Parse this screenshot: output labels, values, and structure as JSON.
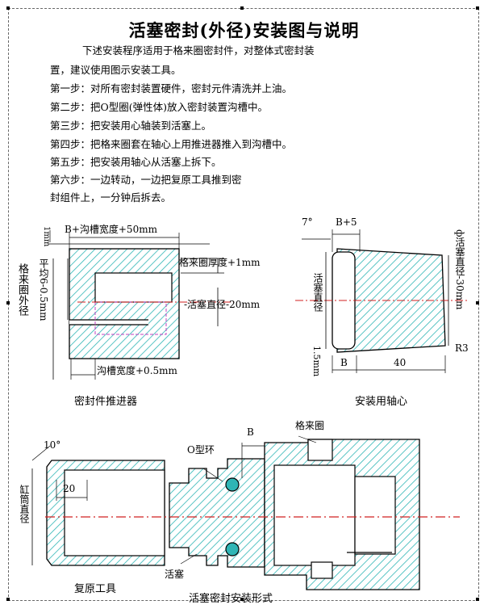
{
  "title": "活塞密封(外径)安装图与说明",
  "intro": [
    "下述安装程序适用于格来圈密封件，对整体式密封装",
    "置，建议使用图示安装工具。"
  ],
  "steps": [
    "第一步：对所有密封装置硬件，密封元件清洗并上油。",
    "第二步：把O型圈(弹性体)放入密封装置沟槽中。",
    "第三步：把安装用心轴装到活塞上。",
    "第四步：把格来圈套在轴心上用推进器推入到沟槽中。",
    "第五步：把安装用轴心从活塞上拆下。",
    "第六步：一边转动，一边把复原工具推到密",
    "封组件上，一分钟后拆去。"
  ],
  "fig1": {
    "top_dim": "B+沟槽宽度+50mm",
    "left_dim_top": "1mm",
    "ring_thickness": "格来圈厚度+1mm",
    "piston_dia": "-活塞直径-20mm",
    "outer_dia": "格来圈外径",
    "avg_dim": "平均6-0.5mm",
    "groove_width": "沟槽宽度+0.5mm",
    "caption": "密封件推进器"
  },
  "fig2": {
    "angle": "7°",
    "b_plus": "B+5",
    "right_dim": "ф活塞直径-30mm",
    "piston_dia": "活塞直径",
    "left_bottom": "1.5mm",
    "b": "B",
    "len": "40",
    "radius": "R3",
    "caption": "安装用轴心"
  },
  "fig3": {
    "angle": "10°",
    "oring": "O型环",
    "b": "B",
    "glyd_ring": "格来圈",
    "cyl_dia": "缸筒直径",
    "len": "20",
    "piston": "活塞",
    "tool_caption": "复原工具",
    "caption": "活塞密封安装形式"
  }
}
